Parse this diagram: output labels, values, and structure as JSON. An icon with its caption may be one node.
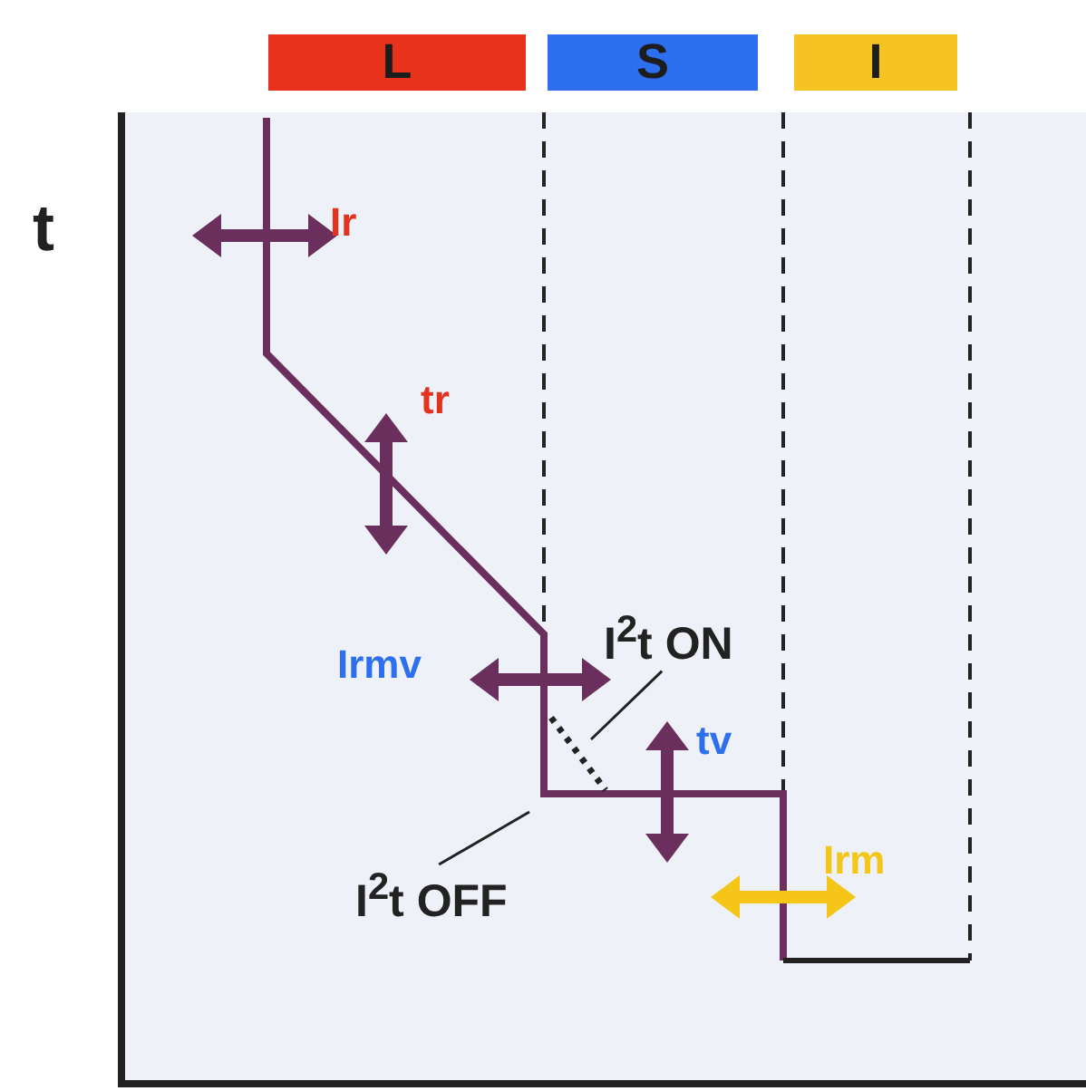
{
  "diagram": {
    "nodes": [
      {
        "text": [
          "L"
        ]
      },
      {
        "text": [
          "S"
        ]
      },
      {
        "text": [
          "I"
        ]
      },
      {
        "text": [
          "I$^{2}$t ON"
        ]
      },
      {
        "text": [
          "I$^{2}$t OFF"
        ]
      }
    ],
    "edges": [
      {
        "from": 3,
        "to": null,
        "arrow": "none"
      },
      {
        "from": 4,
        "to": null,
        "arrow": "none"
      }
    ],
    "labels": [
      "t",
      "Ir",
      "tr",
      "Irmv",
      "tv",
      "Irm"
    ]
  }
}
